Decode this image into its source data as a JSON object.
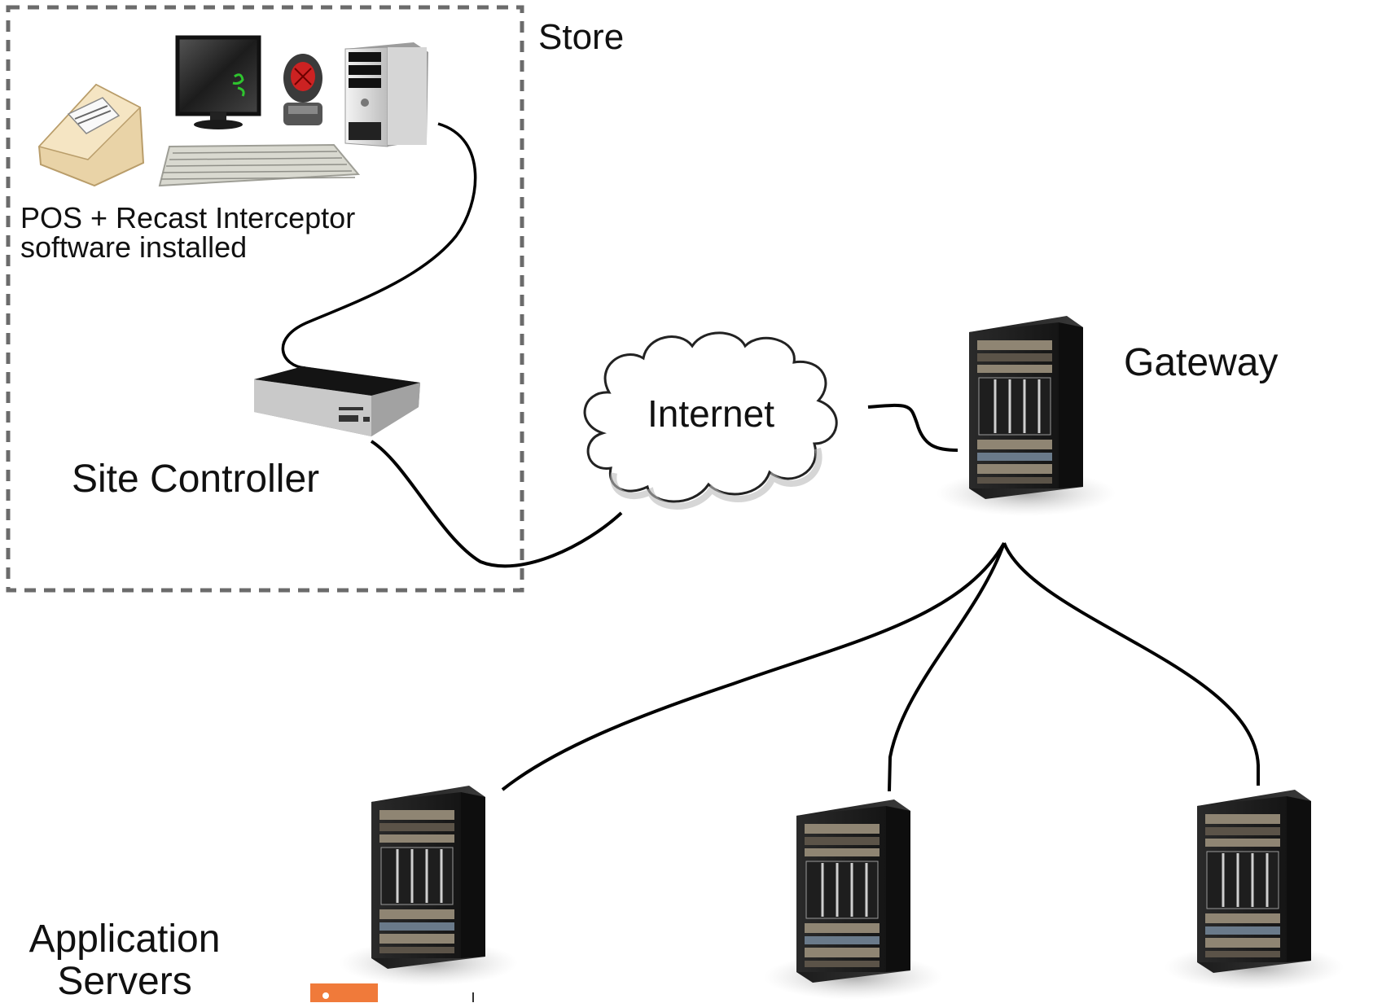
{
  "labels": {
    "store": "Store",
    "pos_line1": "POS + Recast Interceptor",
    "pos_line2": "software installed",
    "site_controller": "Site Controller",
    "internet": "Internet",
    "gateway": "Gateway",
    "app_line1": "Application",
    "app_line2": "Servers"
  },
  "icons": [
    "receipt-printer-icon",
    "monitor-icon",
    "barcode-scanner-icon",
    "tower-pc-icon",
    "keyboard-icon",
    "mini-pc-icon",
    "cloud-icon",
    "server-rack-icon"
  ],
  "colors": {
    "badge": "#f07a3a",
    "line": "#000000",
    "dashed_border": "#6b6b6b"
  }
}
